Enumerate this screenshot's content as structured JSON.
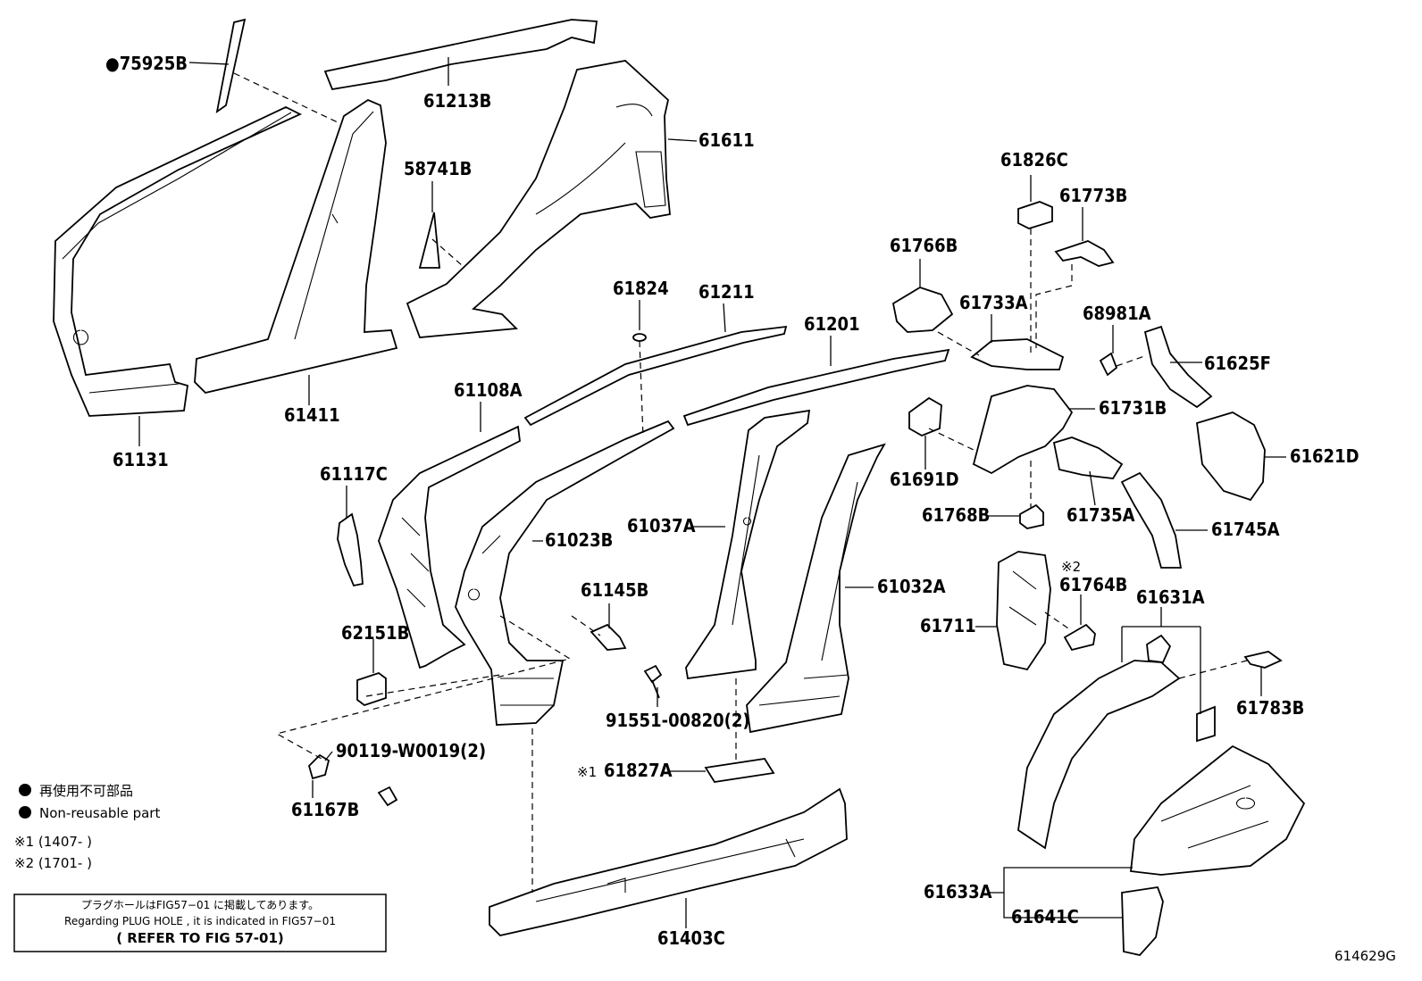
{
  "parts": {
    "p75925B": "●75925B",
    "p61213B": "61213B",
    "p61611": "61611",
    "p58741B": "58741B",
    "p61131": "61131",
    "p61411": "61411",
    "p61826C": "61826C",
    "p61773B": "61773B",
    "p61766B": "61766B",
    "p61733A": "61733A",
    "p61824": "61824",
    "p61211": "61211",
    "p61201": "61201",
    "p68981A": "68981A",
    "p61625F": "61625F",
    "p61108A": "61108A",
    "p61731B": "61731B",
    "p61117C": "61117C",
    "p61691D": "61691D",
    "p61621D": "61621D",
    "p61023B": "61023B",
    "p61037A": "61037A",
    "p61768B": "61768B",
    "p61735A": "61735A",
    "p61745A": "61745A",
    "p61145B": "61145B",
    "p61032A": "61032A",
    "p61764B_mark": "※2",
    "p61764B": "61764B",
    "p61631A": "61631A",
    "p61711": "61711",
    "p62151B": "62151B",
    "p61783B": "61783B",
    "p91551": "91551-00820(2)",
    "p90119": "90119-W0019(2)",
    "p61827A_mark": "※1",
    "p61827A": "61827A",
    "p61167B": "61167B",
    "p61633A": "61633A",
    "p61641C": "61641C",
    "p61403C": "61403C"
  },
  "legend": {
    "jp": "再使用不可部品",
    "en": "Non-reusable part",
    "note1": "※1 (1407-        )",
    "note2": "※2 (1701-        )"
  },
  "notice": {
    "jp": "プラグホールはFIG57−01 に掲載してあります。",
    "en": "Regarding PLUG HOLE , it is indicated in FIG57−01",
    "refer": "( REFER TO FIG 57-01)"
  },
  "figure_code": "614629G"
}
